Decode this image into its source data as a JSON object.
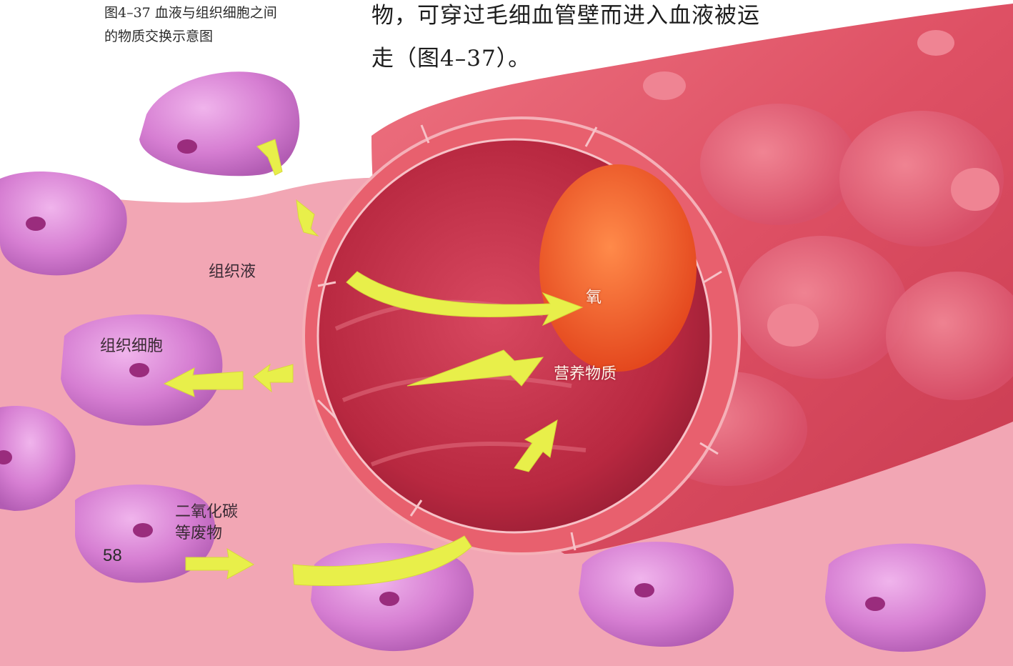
{
  "caption": {
    "line1": "图4–37  血液与组织细胞之间",
    "line2": "的物质交换示意图"
  },
  "body_text": {
    "line1": "物，可穿过毛细血管壁而进入血液被运",
    "line2": "走（图4–37）。"
  },
  "labels": {
    "tissue_fluid": "组织液",
    "tissue_cell": "组织细胞",
    "co2_line1": "二氧化碳",
    "co2_line2": "等废物",
    "oxygen": "氧",
    "nutrients": "营养物质"
  },
  "page_number": "58",
  "colors": {
    "tissue_fluid": "#f2a6b4",
    "cell_fill": "#d77fd3",
    "cell_nucleus": "#9a2c7d",
    "vessel_wall": "#e05a6a",
    "vessel_lumen": "#c9344a",
    "red_blood_cell": "#f0622e",
    "arrow": "#e8ef4a"
  }
}
